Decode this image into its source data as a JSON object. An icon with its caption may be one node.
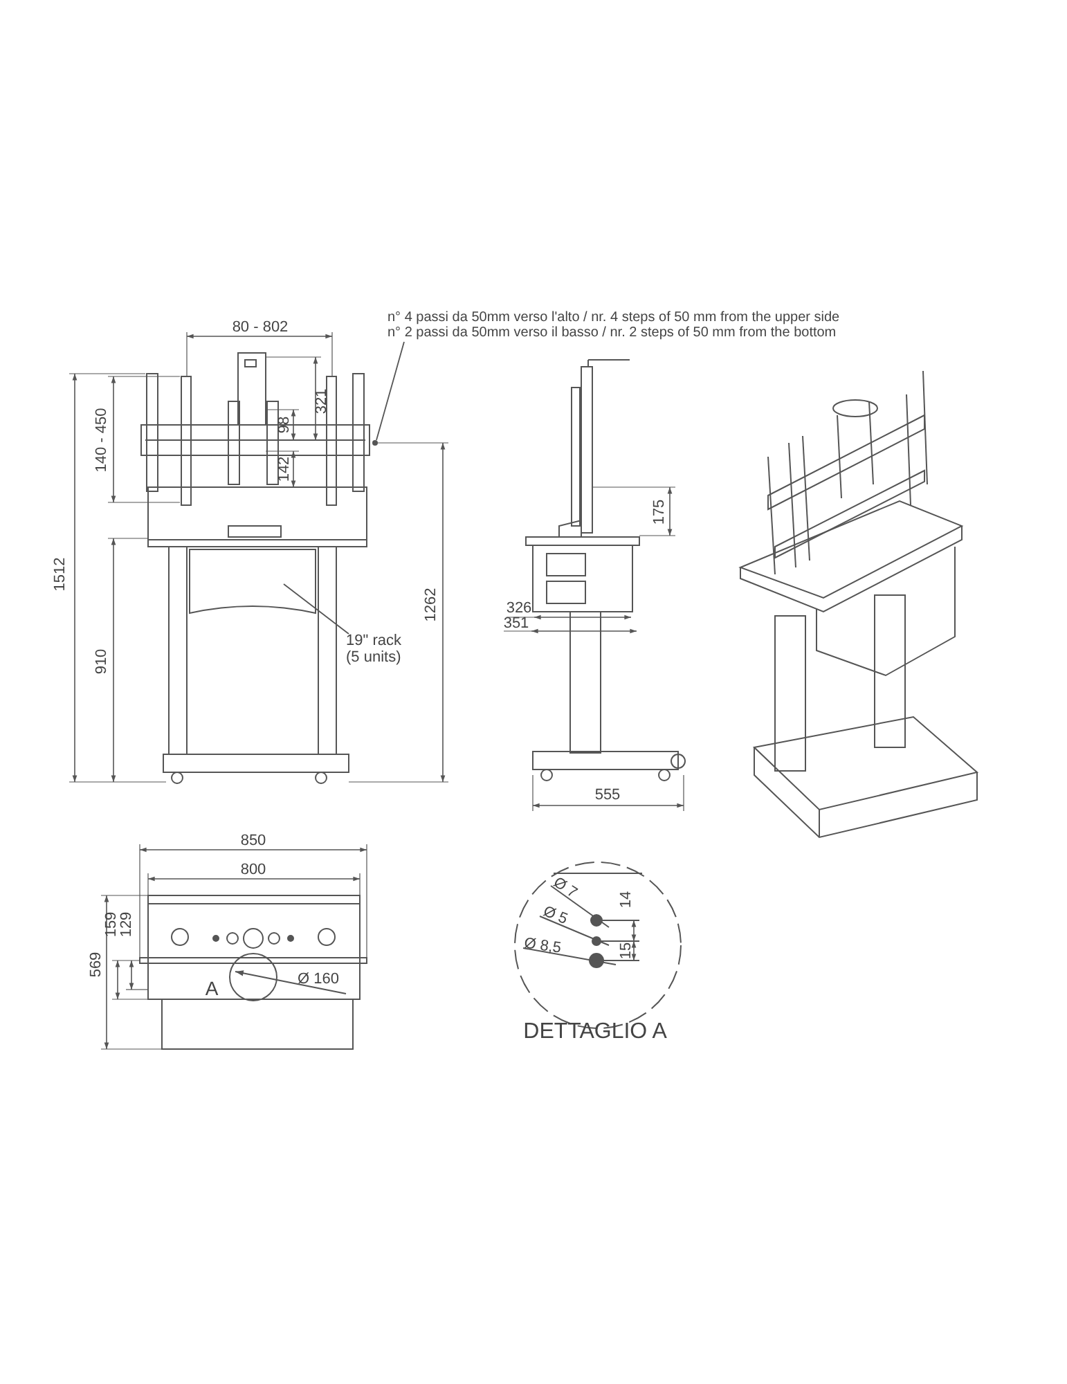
{
  "diagram": {
    "nodes": [
      {
        "text": [
          "n° 4 passi da 50mm verso l'alto / nr. 4 steps of 50 mm from the upper side",
          "n° 2 passi da 50mm verso il basso / nr. 2 steps of 50 mm from the bottom"
        ]
      },
      {
        "text": [],
        "shape": "circle"
      },
      {
        "text": [
          "19\" rack (5 units)"
        ]
      },
      {
        "text": [],
        "shape": "box"
      }
    ],
    "edges": [
      {
        "from": 0,
        "to": 1,
        "arrow": "none"
      },
      {
        "from": 2,
        "to": 3,
        "arrow": "none"
      }
    ],
    "labels": [
      "80 - 802",
      "321",
      "98",
      "142",
      "140 - 450",
      "1512",
      "910",
      "1262",
      "175",
      "326",
      "351",
      "555",
      "850",
      "800",
      "159",
      "129",
      "569",
      "A",
      "Ø 160",
      "Ø 7",
      "Ø 5",
      "Ø 8,5",
      "14",
      "15",
      "DETTAGLIO A"
    ]
  }
}
